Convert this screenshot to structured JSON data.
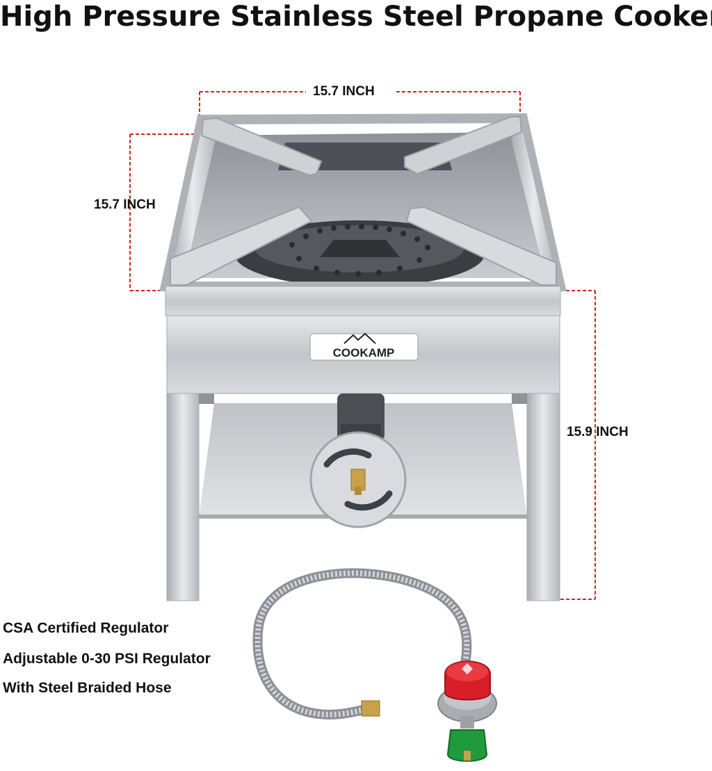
{
  "title": "High Pressure Stainless Steel  Propane Cooker",
  "dimensions": {
    "width": "15.7 INCH",
    "depth": "15.7 INCH",
    "height": "15.9 INCH"
  },
  "brand": "COOKAMP",
  "features": [
    "CSA Certified Regulator",
    "Adjustable 0-30 PSI Regulator",
    "With Steel Braided Hose"
  ],
  "colors": {
    "dimension_line": "#d62020",
    "steel": "#c9ccd0",
    "regulator_red": "#d81e27",
    "regulator_green": "#1f9a3c"
  }
}
